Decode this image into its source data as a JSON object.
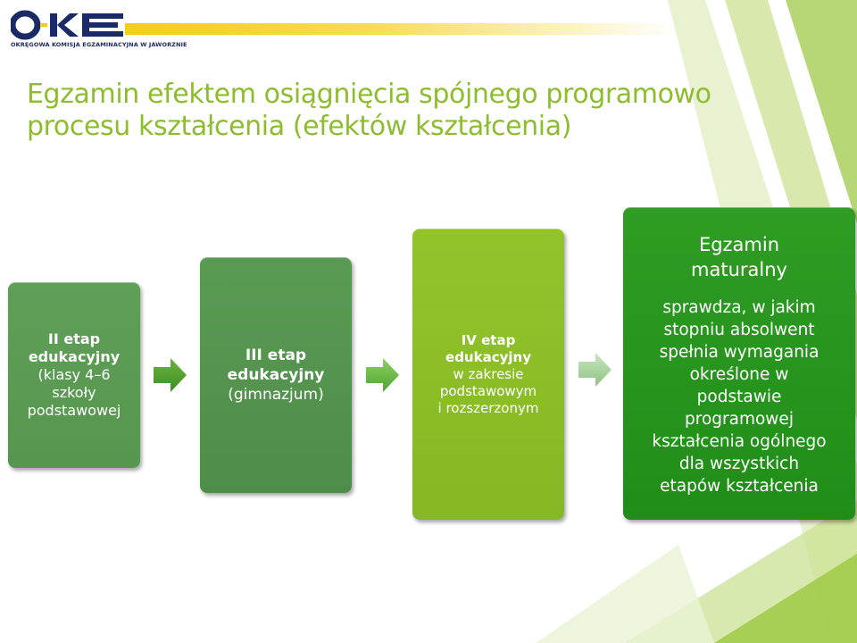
{
  "header": {
    "logo_text": "OKE",
    "logo_subtitle": "OKRĘGOWA KOMISJA EGZAMINACYJNA W JAWORZNIE"
  },
  "title": {
    "line1": "Egzamin efektem osiągnięcia spójnego programowo",
    "line2": "procesu kształcenia (efektów kształcenia)"
  },
  "stages": [
    {
      "head1": "II etap",
      "head2": "edukacyjny",
      "body": [
        "(klasy 4–6",
        "szkoły",
        "podstawowej"
      ]
    },
    {
      "head1": "III etap",
      "head2": "edukacyjny",
      "body": [
        "(gimnazjum)"
      ]
    },
    {
      "head1": "IV etap",
      "head2": "edukacyjny",
      "body": [
        "w zakresie",
        "podstawowym",
        "i rozszerzonym"
      ]
    },
    {
      "head1": "Egzamin",
      "head2": "maturalny",
      "body": [
        "sprawdza, w jakim",
        "stopniu absolwent",
        "spełnia wymagania",
        "określone w",
        "podstawie",
        "programowej",
        "kształcenia ogólnego",
        "dla wszystkich",
        "etapów kształcenia"
      ]
    }
  ],
  "colors": {
    "title": "#8dbd2e",
    "logo_blue": "#1a2a66",
    "band_yellow": "#f2cd1a",
    "stage1": "#5f9f58",
    "stage2": "#56964f",
    "stage3": "#92c42a",
    "stage4": "#2a9a20"
  }
}
